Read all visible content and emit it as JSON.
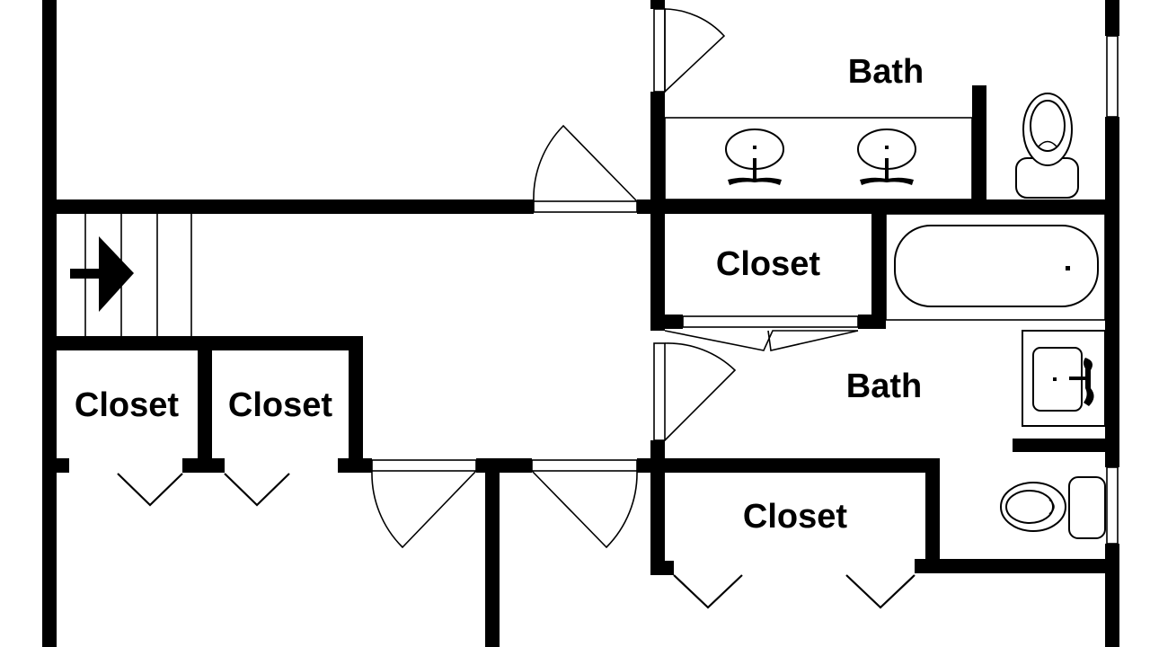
{
  "floor_plan": {
    "colors": {
      "walls": "#000000",
      "background": "#ffffff"
    },
    "rooms": {
      "bath_upper": "Bath",
      "bath_lower": "Bath",
      "closet_center_top": "Closet",
      "closet_left_1": "Closet",
      "closet_left_2": "Closet",
      "closet_bottom_right": "Closet"
    },
    "icons": [
      "stairs-arrow-icon",
      "toilet-icon",
      "sink-icon",
      "bathtub-icon",
      "door-swing-icon",
      "bifold-door-icon"
    ]
  }
}
